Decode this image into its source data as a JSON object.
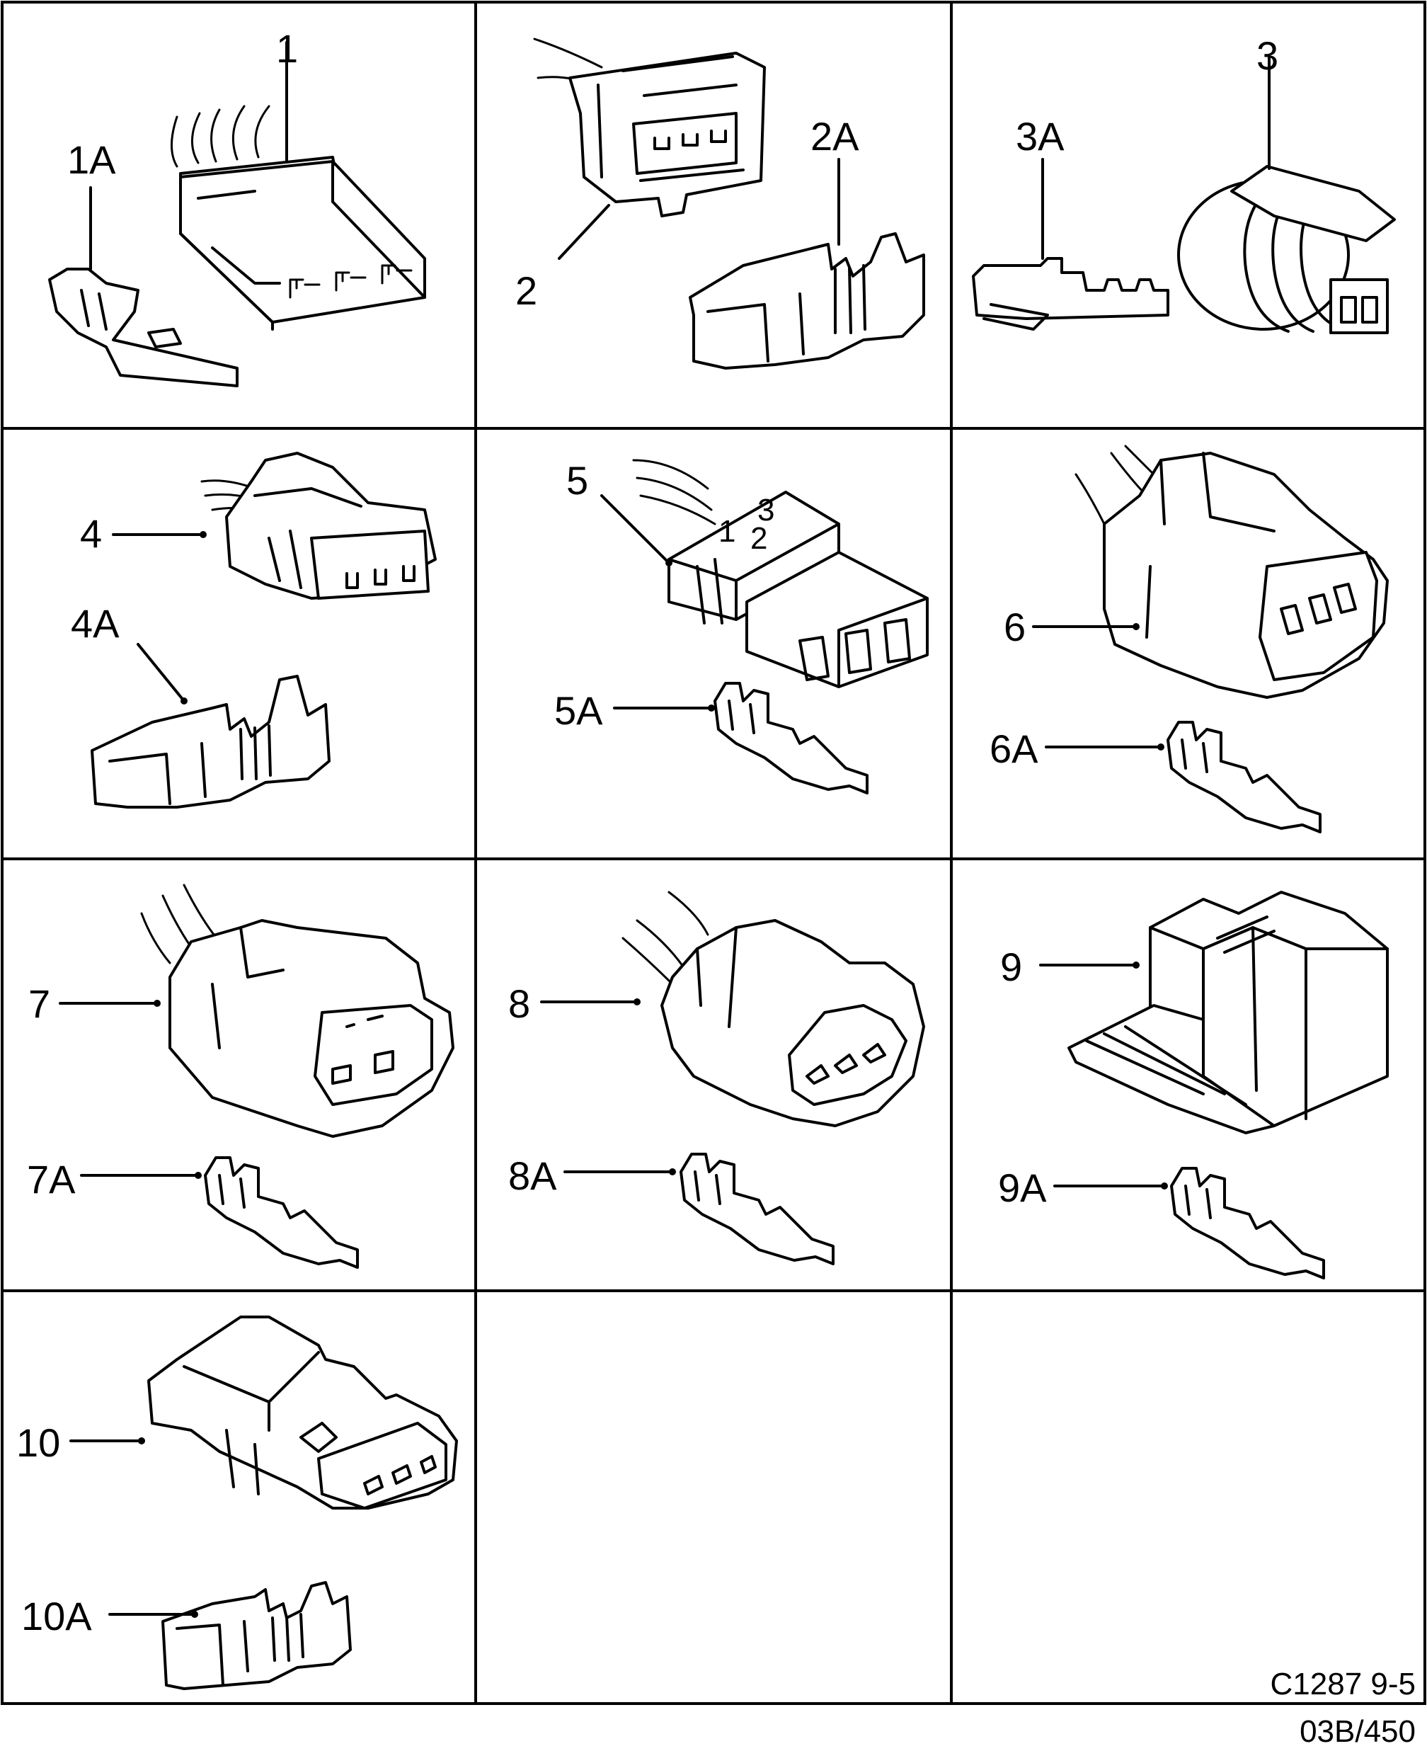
{
  "cells": [
    {
      "id": "1",
      "part": "1",
      "terminal": "1A"
    },
    {
      "id": "2",
      "part": "2",
      "terminal": "2A"
    },
    {
      "id": "3",
      "part": "3",
      "terminal": "3A"
    },
    {
      "id": "4",
      "part": "4",
      "terminal": "4A"
    },
    {
      "id": "5",
      "part": "5",
      "terminal": "5A"
    },
    {
      "id": "6",
      "part": "6",
      "terminal": "6A"
    },
    {
      "id": "7",
      "part": "7",
      "terminal": "7A"
    },
    {
      "id": "8",
      "part": "8",
      "terminal": "8A"
    },
    {
      "id": "9",
      "part": "9",
      "terminal": "9A"
    },
    {
      "id": "10",
      "part": "10",
      "terminal": "10A"
    }
  ],
  "connector5_pins": [
    "1",
    "2",
    "3"
  ],
  "reference": {
    "line1": "C1287 9-5",
    "line2": "03B/450"
  }
}
